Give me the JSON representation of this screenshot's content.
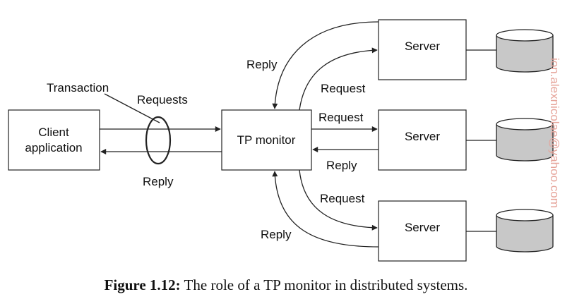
{
  "diagram": {
    "client_label_1": "Client",
    "client_label_2": "application",
    "tp_monitor_label": "TP monitor",
    "server_label": "Server",
    "transaction_label": "Transaction",
    "requests_label": "Requests",
    "reply_label": "Reply",
    "request_label": "Request"
  },
  "caption": {
    "figure_number": "Figure 1.12:",
    "text": "The role of a TP monitor in distributed systems."
  },
  "watermark": {
    "text": "ion.alexnicolae@yahoo.com",
    "color": "#e6a49a"
  },
  "colors": {
    "database_fill": "#c8c8c8",
    "line": "#222222"
  }
}
